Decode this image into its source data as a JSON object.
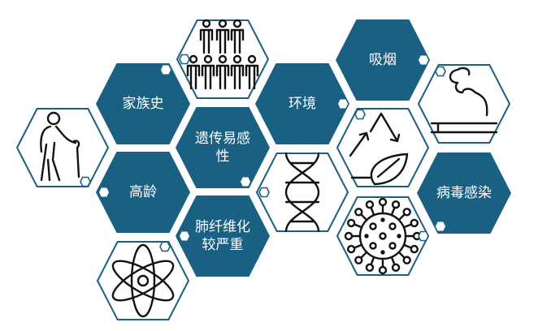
{
  "title": "肺部疾病风险因素",
  "colors": {
    "primary": "#1a6082",
    "icon": "#111111"
  },
  "factors": [
    {
      "label": "家族史",
      "icon": "family-people-icon"
    },
    {
      "label": "高龄",
      "icon": "elderly-person-icon"
    },
    {
      "label": "遗传易感性",
      "icon": "dna-icon"
    },
    {
      "label": "肺纤维化较严重",
      "icon": "atom-icon"
    },
    {
      "label": "环境",
      "icon": "recycle-leaf-icon"
    },
    {
      "label": "吸烟",
      "icon": "cigarette-smoke-icon"
    },
    {
      "label": "病毒感染",
      "icon": "virus-icon"
    }
  ]
}
